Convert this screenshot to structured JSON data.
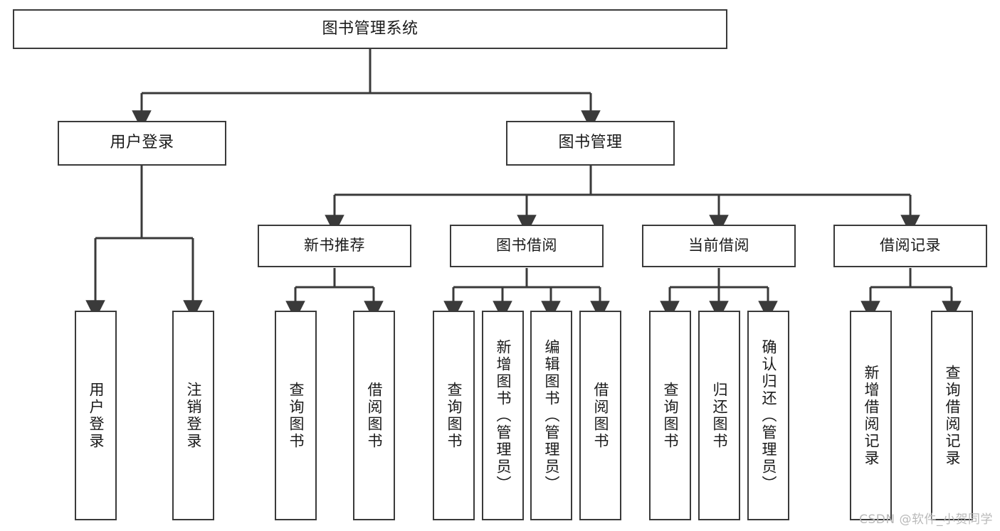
{
  "diagram": {
    "type": "tree-hierarchy-chart",
    "root": {
      "id": "root",
      "label": "图书管理系统"
    },
    "level2": [
      {
        "id": "user-login",
        "label": "用户登录"
      },
      {
        "id": "book-manage",
        "label": "图书管理"
      }
    ],
    "level3": [
      {
        "id": "new-book-recommend",
        "label": "新书推荐",
        "parent": "book-manage"
      },
      {
        "id": "book-borrow",
        "label": "图书借阅",
        "parent": "book-manage"
      },
      {
        "id": "current-borrow",
        "label": "当前借阅",
        "parent": "book-manage"
      },
      {
        "id": "borrow-record",
        "label": "借阅记录",
        "parent": "book-manage"
      }
    ],
    "leaves": [
      {
        "id": "leaf-user-login",
        "label": "用户登录",
        "parent": "user-login"
      },
      {
        "id": "leaf-logout",
        "label": "注销登录",
        "parent": "user-login"
      },
      {
        "id": "leaf-query-book-1",
        "label": "查询图书",
        "parent": "new-book-recommend"
      },
      {
        "id": "leaf-borrow-book-1",
        "label": "借阅图书",
        "parent": "new-book-recommend"
      },
      {
        "id": "leaf-query-book-2",
        "label": "查询图书",
        "parent": "book-borrow"
      },
      {
        "id": "leaf-add-book",
        "label": "新增图书（管理员）",
        "parent": "book-borrow"
      },
      {
        "id": "leaf-edit-book",
        "label": "编辑图书（管理员）",
        "parent": "book-borrow"
      },
      {
        "id": "leaf-borrow-book-2",
        "label": "借阅图书",
        "parent": "book-borrow"
      },
      {
        "id": "leaf-query-book-3",
        "label": "查询图书",
        "parent": "current-borrow"
      },
      {
        "id": "leaf-return-book",
        "label": "归还图书",
        "parent": "current-borrow"
      },
      {
        "id": "leaf-confirm-return",
        "label": "确认归还（管理员）",
        "parent": "current-borrow"
      },
      {
        "id": "leaf-add-record",
        "label": "新增借阅记录",
        "parent": "borrow-record"
      },
      {
        "id": "leaf-query-record",
        "label": "查询借阅记录",
        "parent": "borrow-record"
      }
    ],
    "watermark": "CSDN @软件_小贺同学",
    "colors": {
      "stroke": "#3a3a3a",
      "fill": "#ffffff",
      "text": "#1a1a1a",
      "watermark": "#b9b9b9"
    }
  }
}
